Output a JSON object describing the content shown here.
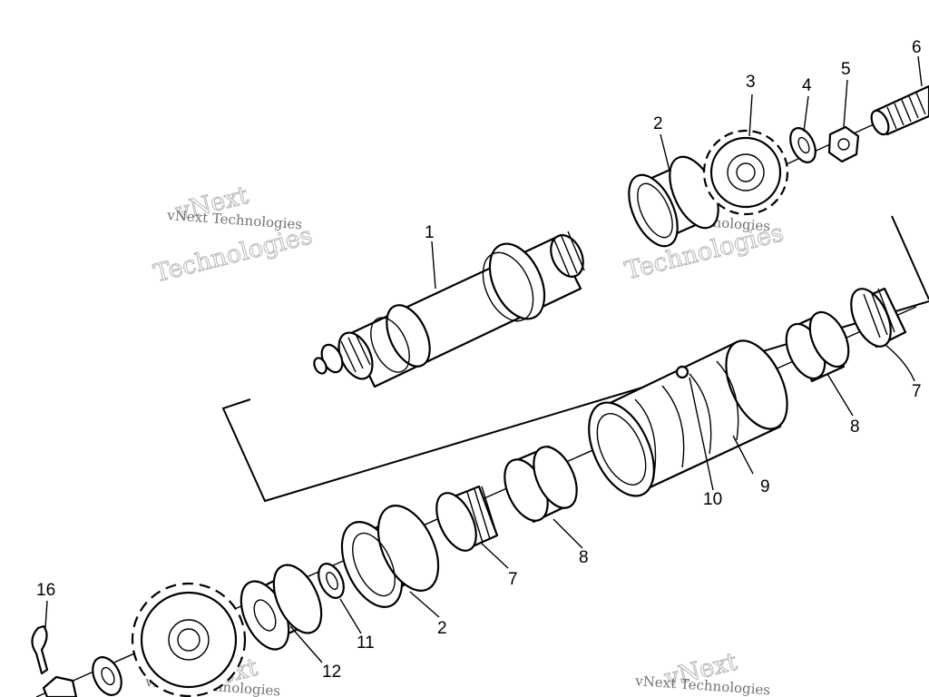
{
  "watermark": {
    "small": "vNext Technologies",
    "large_top": "vNext",
    "large_bottom": "Technologies"
  },
  "callouts": {
    "n1": "1",
    "n2a": "2",
    "n2b": "2",
    "n3": "3",
    "n4": "4",
    "n5": "5",
    "n6": "6",
    "n7a": "7",
    "n7b": "7",
    "n8a": "8",
    "n8b": "8",
    "n9": "9",
    "n10": "10",
    "n11": "11",
    "n12": "12",
    "n16": "16"
  }
}
